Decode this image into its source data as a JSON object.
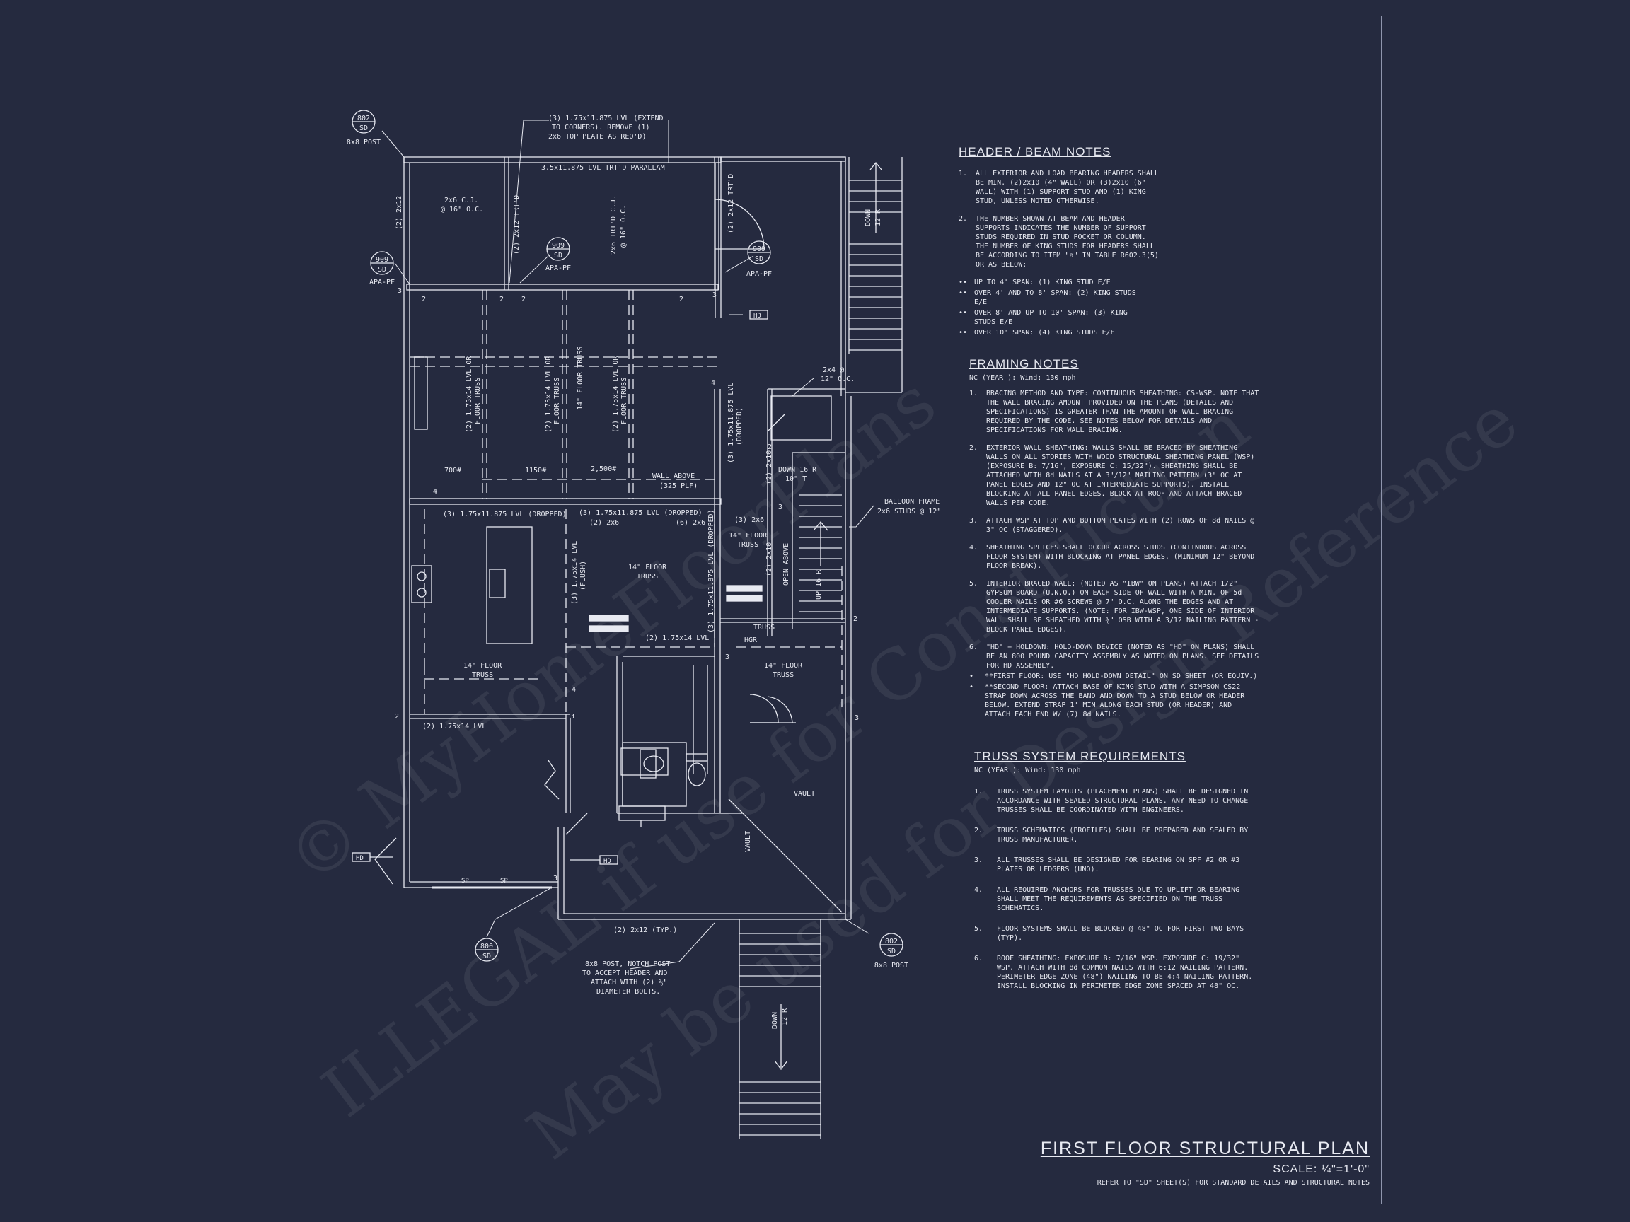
{
  "watermark": {
    "line1": "© MyHomeFloorPlans",
    "line2": "ILLEGAL if use for Construction",
    "line3": "May be used for Design Reference"
  },
  "plan": {
    "callouts": [
      {
        "id": "c1",
        "num": "802",
        "sheet": "SD",
        "label": "8x8 POST"
      },
      {
        "id": "c2",
        "num": "909",
        "sheet": "SD",
        "label": "APA-PF"
      },
      {
        "id": "c3",
        "num": "909",
        "sheet": "SD",
        "label": "APA-PF"
      },
      {
        "id": "c4",
        "num": "909",
        "sheet": "SD",
        "label": "APA-PF"
      },
      {
        "id": "c5",
        "num": "800",
        "sheet": "SD",
        "label": ""
      },
      {
        "id": "c6",
        "num": "802",
        "sheet": "SD",
        "label": "8x8 POST"
      }
    ],
    "labels": {
      "lvl_top_1": "(3) 1.75x11.875 LVL (EXTEND",
      "lvl_top_2": "TO CORNERS). REMOVE (1)",
      "lvl_top_3": "2x6 TOP PLATE AS REQ'D)",
      "parallam": "3.5x11.875 LVL TRT'D PARALLAM",
      "cj_1": "2x6 C.J.",
      "cj_2": "@ 16\" O.C.",
      "trtd_cj_1": "2x6 TRT'D C.J.",
      "trtd_cj_2": "@ 16\" O.C.",
      "wall_2x12": "(2) 2x12",
      "wall_2x12_trtd": "(2) 2x12 TRT'D",
      "wall_2x12_trtd_b": "(2) 2x12 TRT'D",
      "lvl14_a_1": "(2) 1.75x14 LVL OR",
      "lvl14_a_2": "FLOOR TRUSS",
      "lvl14_b_1": "(2) 1.75x14 LVL OR",
      "lvl14_b_2": "FLOOR TRUSS",
      "floor_truss_v": "14\" FLOOR TRUSS",
      "lvl14_c_1": "(2) 1.75x14 LVL OR",
      "lvl14_c_2": "FLOOR TRUSS",
      "lvl11_v_1": "(3) 1.75x11.875 LVL",
      "lvl11_v_2": "(DROPPED)",
      "load_700": "700#",
      "load_1150": "1150#",
      "load_2500": "2,500#",
      "wall_above_1": "WALL ABOVE",
      "wall_above_2": "(325 PLF)",
      "lvl_dropped_a": "(3) 1.75x11.875 LVL (DROPPED)",
      "lvl_dropped_b": "(3) 1.75x11.875 LVL (DROPPED)",
      "two_2x6_a": "(2) 2x6",
      "two_2x6_b": "(6) 2x6",
      "three_2x6": "(3) 2x6",
      "truss_14_center_1": "14\" FLOOR",
      "truss_14_center_2": "TRUSS",
      "truss_14_right_1": "14\" FLOOR",
      "truss_14_right_2": "TRUSS",
      "lvl14_flush_1": "(3) 1.75x14 LVL",
      "lvl14_flush_2": "(FLUSH)",
      "lvl11_dropped_v": "(3) 1.75x11.875 LVL (DROPPED)",
      "lvl14_2": "(2) 1.75x14 LVL",
      "truss_14_left_1": "14\" FLOOR",
      "truss_14_left_2": "TRUSS",
      "truss_14_br_1": "14\" FLOOR",
      "truss_14_br_2": "TRUSS",
      "lvl14_bottom": "(2) 1.75x14 LVL",
      "two_2x10_a": "(2) 2x10",
      "two_2x10_b": "(2) 2x10",
      "down_16r_1": "DOWN 16 R",
      "down_16r_2": "10\" T",
      "open_above": "OPEN ABOVE",
      "up_16r": "UP 16 R",
      "balloon_1": "BALLOON FRAME:",
      "balloon_2": "2x6 STUDS @ 12\" O.C.",
      "two_2x4_1": "2x4 @",
      "two_2x4_2": "12\" O.C.",
      "hd_a": "HD",
      "hd_b": "HD",
      "hd_c": "HD",
      "hgr": "HGR",
      "truss_small": "TRUSS",
      "vault_a": "VAULT",
      "vault_b": "VAULT",
      "sp_a": "SP",
      "sp_b": "SP",
      "two_2x12_typ": "(2) 2x12 (TYP.)",
      "post_1": "8x8 POST, NOTCH POST",
      "post_2": "TO ACCEPT HEADER AND",
      "post_3": "ATTACH WITH (2) ⅝\"",
      "post_4": "DIAMETER BOLTS.",
      "stair_down_top_1": "DOWN",
      "stair_down_top_2": "12 R",
      "stair_down_bot_1": "DOWN",
      "stair_down_bot_2": "12 R",
      "n2": "2",
      "n3": "3",
      "n4": "4"
    }
  },
  "notes": {
    "header": {
      "title": "HEADER / BEAM NOTES",
      "items": [
        {
          "num": "1.",
          "text": "ALL EXTERIOR AND LOAD BEARING HEADERS SHALL BE MIN. (2)2x10 (4\" WALL) OR (3)2x10 (6\" WALL) WITH (1) SUPPORT STUD AND (1) KING STUD, UNLESS NOTED OTHERWISE."
        },
        {
          "num": "2.",
          "text": "THE NUMBER SHOWN AT BEAM AND HEADER SUPPORTS INDICATES THE NUMBER OF SUPPORT STUDS REQUIRED IN STUD POCKET OR COLUMN. THE NUMBER OF KING STUDS FOR HEADERS SHALL BE ACCORDING TO ITEM \"a\" IN TABLE R602.3(5) OR AS BELOW:"
        }
      ],
      "bullets": [
        "UP TO 4' SPAN: (1) KING STUD E/E",
        "OVER 4' AND TO 8' SPAN: (2) KING STUDS E/E",
        "OVER 8' AND UP TO 10' SPAN: (3) KING STUDS E/E",
        "OVER 10' SPAN: (4) KING STUDS E/E"
      ]
    },
    "framing": {
      "title": "FRAMING NOTES",
      "subtitle": "NC (YEAR ): Wind: 130 mph",
      "items": [
        {
          "num": "1.",
          "text": "BRACING METHOD AND TYPE: CONTINUOUS SHEATHING: CS-WSP. NOTE THAT THE WALL BRACING AMOUNT PROVIDED ON THE PLANS (DETAILS AND SPECIFICATIONS) IS GREATER THAN THE AMOUNT OF WALL BRACING REQUIRED BY THE CODE. SEE NOTES BELOW FOR DETAILS AND SPECIFICATIONS FOR WALL BRACING."
        },
        {
          "num": "2.",
          "text": "EXTERIOR WALL SHEATHING: WALLS SHALL BE BRACED BY SHEATHING WALLS ON ALL STORIES WITH WOOD STRUCTURAL SHEATHING PANEL (WSP) (EXPOSURE B: 7/16\", EXPOSURE C: 15/32\"). SHEATHING SHALL BE ATTACHED WITH 8d NAILS AT A 3\"/12\" NAILING PATTERN (3\" OC AT PANEL EDGES AND 12\" OC AT INTERMEDIATE SUPPORTS). INSTALL BLOCKING AT ALL PANEL EDGES. BLOCK AT ROOF AND ATTACH BRACED WALLS PER CODE."
        },
        {
          "num": "3.",
          "text": "ATTACH WSP AT TOP AND BOTTOM PLATES WITH (2) ROWS OF 8d NAILS @ 3\" OC (STAGGERED)."
        },
        {
          "num": "4.",
          "text": "SHEATHING SPLICES SHALL OCCUR ACROSS STUDS (CONTINUOUS ACROSS FLOOR SYSTEM) WITH BLOCKING AT PANEL EDGES. (MINIMUM 12\" BEYOND FLOOR BREAK)."
        },
        {
          "num": "5.",
          "text": "INTERIOR BRACED WALL: (NOTED AS \"IBW\" ON PLANS) ATTACH 1/2\" GYPSUM BOARD (U.N.O.) ON EACH SIDE OF WALL WITH A MIN. OF 5d COOLER NAILS OR #6 SCREWS @ 7\" O.C. ALONG THE EDGES AND AT INTERMEDIATE SUPPORTS. (NOTE: FOR IBW-WSP, ONE SIDE OF INTERIOR WALL SHALL BE SHEATHED WITH ⅜\" OSB WITH A 3/12 NAILING PATTERN - BLOCK PANEL EDGES)."
        },
        {
          "num": "6.",
          "text": "\"HD\" = HOLDOWN: HOLD-DOWN DEVICE (NOTED AS \"HD\" ON PLANS) SHALL BE AN 800 POUND CAPACITY ASSEMBLY AS NOTED ON PLANS. SEE DETAILS FOR HD ASSEMBLY."
        }
      ],
      "bullets": [
        "**FIRST FLOOR:  USE \"HD HOLD-DOWN DETAIL\" ON SD SHEET (OR EQUIV.)",
        "**SECOND FLOOR: ATTACH BASE OF KING STUD WITH A SIMPSON CS22 STRAP DOWN ACROSS THE BAND AND DOWN TO A STUD BELOW OR HEADER BELOW.  EXTEND STRAP 1' MIN ALONG EACH STUD (OR HEADER) AND ATTACH EACH END W/ (7) 8d NAILS."
      ]
    },
    "truss": {
      "title": "TRUSS SYSTEM REQUIREMENTS",
      "subtitle": "NC (YEAR ): Wind: 130 mph",
      "items": [
        {
          "num": "1.",
          "text": "TRUSS SYSTEM LAYOUTS (PLACEMENT PLANS)  SHALL BE DESIGNED IN ACCORDANCE WITH SEALED STRUCTURAL PLANS. ANY NEED TO CHANGE TRUSSES SHALL BE COORDINATED  WITH  ENGINEERS."
        },
        {
          "num": "2.",
          "text": "TRUSS SCHEMATICS (PROFILES) SHALL BE  PREPARED AND SEALED BY TRUSS  MANUFACTURER."
        },
        {
          "num": "3.",
          "text": "ALL TRUSSES SHALL BE DESIGNED FOR  BEARING ON SPF #2 OR #3 PLATES OR LEDGERS  (UNO)."
        },
        {
          "num": "4.",
          "text": "ALL REQUIRED ANCHORS FOR TRUSSES DUE  TO UPLIFT OR BEARING SHALL MEET THE  REQUIREMENTS AS SPECIFIED ON THE  TRUSS  SCHEMATICS."
        },
        {
          "num": "5.",
          "text": "FLOOR SYSTEMS SHALL BE BLOCKED @ 48\" OC FOR FIRST TWO BAYS (TYP)."
        },
        {
          "num": "6.",
          "text": "ROOF SHEATHING: EXPOSURE B: 7/16\" WSP. EXPOSURE C: 19/32\" WSP. ATTACH WITH 8d COMMON NAILS WITH 6:12 NAILING PATTERN. PERIMETER EDGE ZONE (48\") NAILING TO BE 4:4 NAILING PATTERN. INSTALL BLOCKING IN PERIMETER EDGE ZONE SPACED AT 48\" OC."
        }
      ]
    }
  },
  "title_block": {
    "title": "FIRST FLOOR STRUCTURAL PLAN",
    "scale": "SCALE: ¼\"=1'-0\"",
    "reference": "REFER TO \"SD\" SHEET(S) FOR STANDARD DETAILS AND STRUCTURAL NOTES"
  },
  "colors": {
    "background": "#252a3f",
    "line": "#e8eaf2"
  }
}
